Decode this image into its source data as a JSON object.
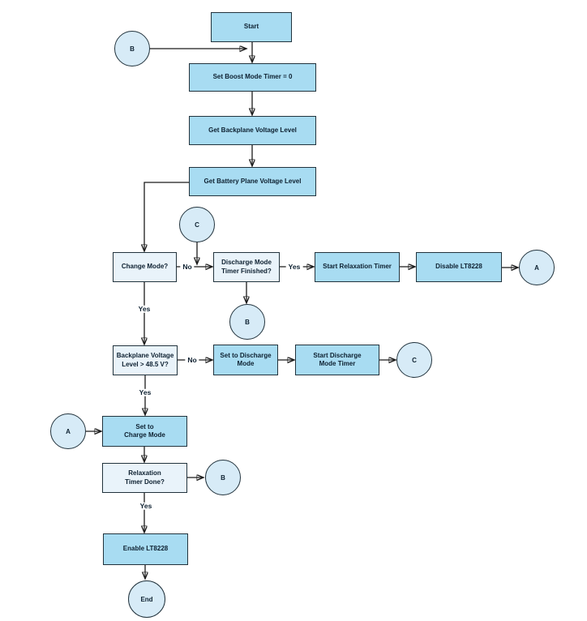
{
  "colors": {
    "process_fill": "#a8dcf2",
    "decision_fill": "#e9f3fa",
    "connector_circle_fill": "#d7ebf7",
    "border_stroke": "#22333d",
    "line_stroke": "#1b1b1b",
    "text": "#0d2030",
    "background": "#ffffff"
  },
  "nodes": {
    "start": {
      "label": "Start",
      "type": "process"
    },
    "set_boost_timer": {
      "label": "Set Boost Mode Timer = 0",
      "type": "process"
    },
    "get_backplane": {
      "label": "Get Backplane Voltage Level",
      "type": "process"
    },
    "get_battery_plane": {
      "label": "Get Battery Plane Voltage Level",
      "type": "process"
    },
    "change_mode": {
      "label": "Change Mode?",
      "type": "decision"
    },
    "discharge_timer_finished": {
      "label": "Discharge Mode\nTimer Finished?",
      "type": "decision"
    },
    "start_relaxation_timer": {
      "label": "Start Relaxation Timer",
      "type": "process"
    },
    "disable_lt8228": {
      "label": "Disable LT8228",
      "type": "process"
    },
    "backplane_voltage_check": {
      "label": "Backplane Voltage\nLevel > 48.5 V?",
      "type": "decision"
    },
    "set_to_discharge_mode": {
      "label": "Set to Discharge\nMode",
      "type": "process"
    },
    "start_discharge_mode_timer": {
      "label": "Start Discharge\nMode Timer",
      "type": "process"
    },
    "set_to_charge_mode": {
      "label": "Set to\nCharge Mode",
      "type": "process"
    },
    "relaxation_timer_done": {
      "label": "Relaxation\nTimer Done?",
      "type": "decision"
    },
    "enable_lt8228": {
      "label": "Enable LT8228",
      "type": "process"
    }
  },
  "connectors": {
    "b_top": "B",
    "c_top": "C",
    "b_mid": "B",
    "a_right": "A",
    "c_right": "C",
    "a_left": "A",
    "b_right": "B",
    "end": "End"
  },
  "edge_labels": {
    "change_mode_no": "No",
    "discharge_finished_yes": "Yes",
    "change_mode_yes": "Yes",
    "backplane_no": "No",
    "backplane_yes": "Yes",
    "relaxation_done_yes": "Yes"
  }
}
